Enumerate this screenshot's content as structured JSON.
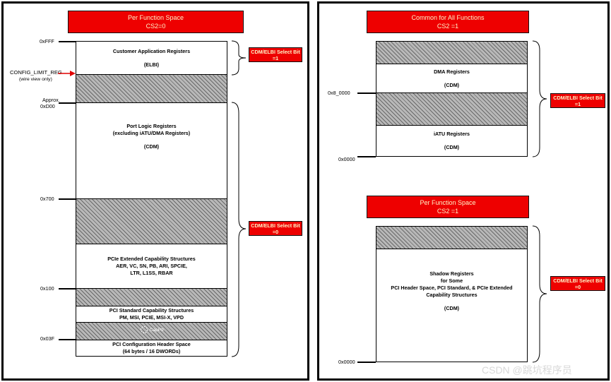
{
  "left_panel": {
    "header": [
      "Per Function Space",
      "CS2=0"
    ],
    "blocks": {
      "customer": [
        "Customer Application Registers",
        "",
        "(ELBI)"
      ],
      "port_logic": [
        "Port Logic Registers",
        "(excluding iATU/DMA Registers)",
        "",
        "(CDM)"
      ],
      "pcie_ext": [
        "PCIe Extended Capability Structures",
        "AER, VC, SN, PB, ARI, SPCIE,",
        "LTR, L1SS, RBAR"
      ],
      "pci_std": [
        "PCI Standard Capability Structures",
        "PM, MSI, PCIE, MSI-X, VPD"
      ],
      "pci_cfg": [
        "PCI Configuration Header Space",
        "(64 bytes / 16 DWORDs)"
      ]
    },
    "capptr": "CapPtr",
    "addresses": {
      "fff": "0xFFF",
      "config_limit": "CONFIG_LIMIT_REG",
      "wire_view": "(wire view only)",
      "approx": "Approx.",
      "d00": "0xD00",
      "x700": "0x700",
      "x100": "0x100",
      "x03f": "0x03F"
    },
    "select_bits": {
      "elbi": [
        "CDM/ELBI Select Bit",
        "=1"
      ],
      "cdm": [
        "CDM/ELBI Select Bit",
        "=0"
      ]
    }
  },
  "right_panel": {
    "common_header": [
      "Common for All Functions",
      "CS2 =1"
    ],
    "common_blocks": {
      "dma": [
        "DMA Registers",
        "",
        "(CDM)"
      ],
      "iatu": [
        "iATU Registers",
        "",
        "(CDM)"
      ]
    },
    "common_addresses": {
      "x8_0000": "0x8_0000",
      "x0000": "0x0000"
    },
    "common_select": [
      "CDM/ELBI Select Bit",
      "=1"
    ],
    "shadow_header": [
      "Per Function Space",
      "CS2 =1"
    ],
    "shadow_block": [
      "Shadow Registers",
      "for Some",
      "PCI Header Space, PCI Standard, & PCIe Extended",
      "Capability Structures",
      "",
      "(CDM)"
    ],
    "shadow_address": "0x0000",
    "shadow_select": [
      "CDM/ELBI Select Bit",
      "=0"
    ]
  },
  "watermark": "CSDN @跳坑程序员",
  "colors": {
    "header_red": "#ee0000",
    "header_text": "#fff4c8",
    "arrow_red": "#e00000"
  }
}
